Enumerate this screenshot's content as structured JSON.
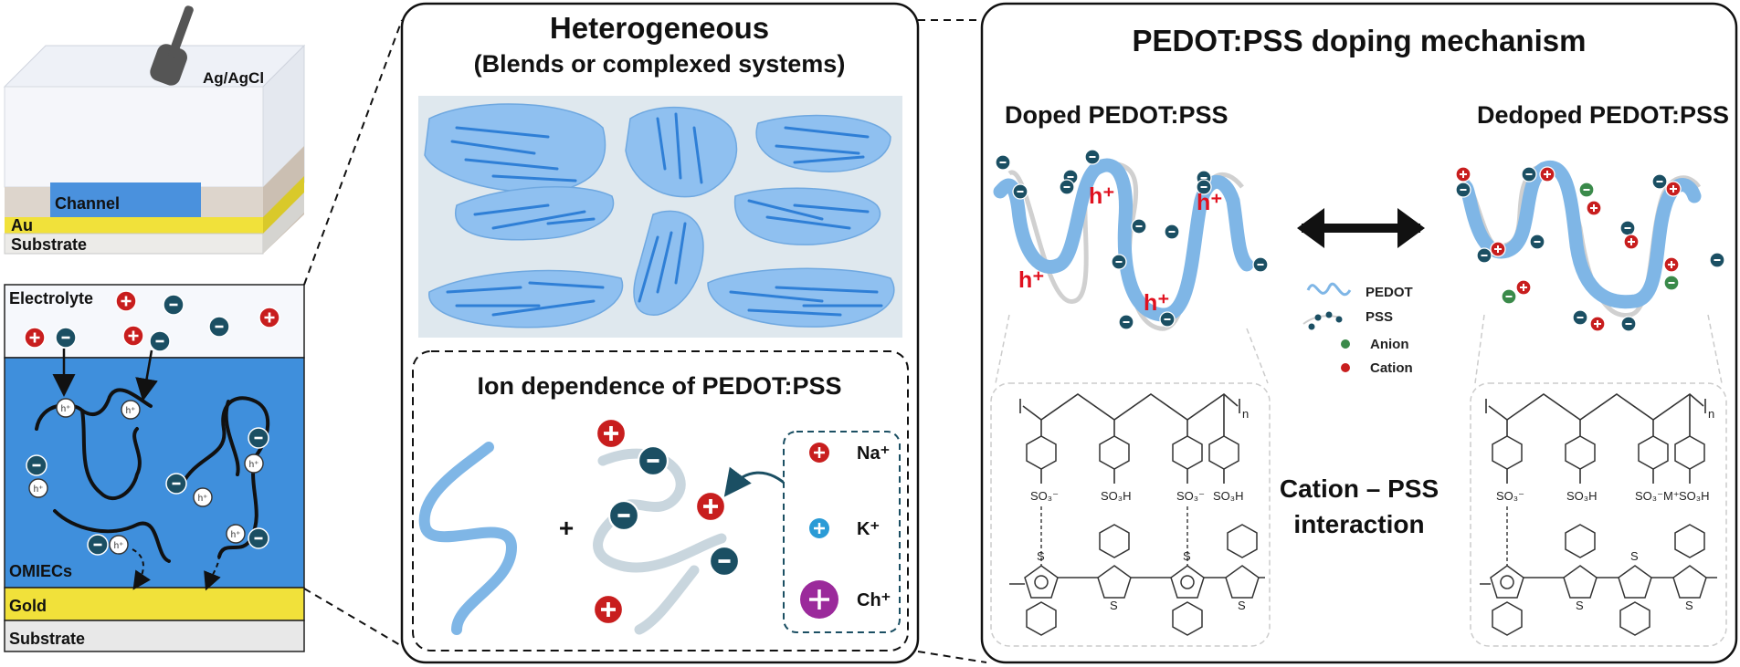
{
  "device": {
    "ref_electrode": "Ag/AgCl",
    "channel": "Channel",
    "au": "Au",
    "substrate": "Substrate"
  },
  "cross_section": {
    "electrolyte": "Electrolyte",
    "omiecs": "OMIECs",
    "gold": "Gold",
    "substrate": "Substrate",
    "hole": "h⁺"
  },
  "heterogeneous": {
    "title": "Heterogeneous",
    "subtitle": "(Blends or complexed systems)"
  },
  "ion_dependence": {
    "title": "Ion dependence of PEDOT:PSS",
    "plus": "+",
    "ions": [
      {
        "label": "Na⁺",
        "color": "#c81e1e"
      },
      {
        "label": "K⁺",
        "color": "#2a9bd6"
      },
      {
        "label": "Ch⁺",
        "color": "#9b2a9b"
      }
    ]
  },
  "mechanism": {
    "title": "PEDOT:PSS doping mechanism",
    "doped": "Doped PEDOT:PSS",
    "dedoped": "Dedoped PEDOT:PSS",
    "hole": "h⁺",
    "legend": [
      {
        "key": "pedot",
        "label": "PEDOT"
      },
      {
        "key": "pss",
        "label": "PSS"
      },
      {
        "key": "anion",
        "label": "Anion"
      },
      {
        "key": "cation",
        "label": "Cation"
      }
    ],
    "interaction_line1": "Cation – PSS",
    "interaction_line2": "interaction"
  },
  "chem": {
    "so3": "SO₃⁻",
    "so3h": "SO₃H",
    "so3m": "SO₃⁻M⁺",
    "s": "S",
    "o": "O",
    "n": "n"
  },
  "colors": {
    "pedot": "#7fb6e6",
    "pss": "#cfcfcf",
    "cation": "#c81e1e",
    "anion": "#1b4f63",
    "green_ion": "#3a8a4a",
    "channel_blue": "#3f8fdc",
    "gold": "#f1e13a"
  }
}
